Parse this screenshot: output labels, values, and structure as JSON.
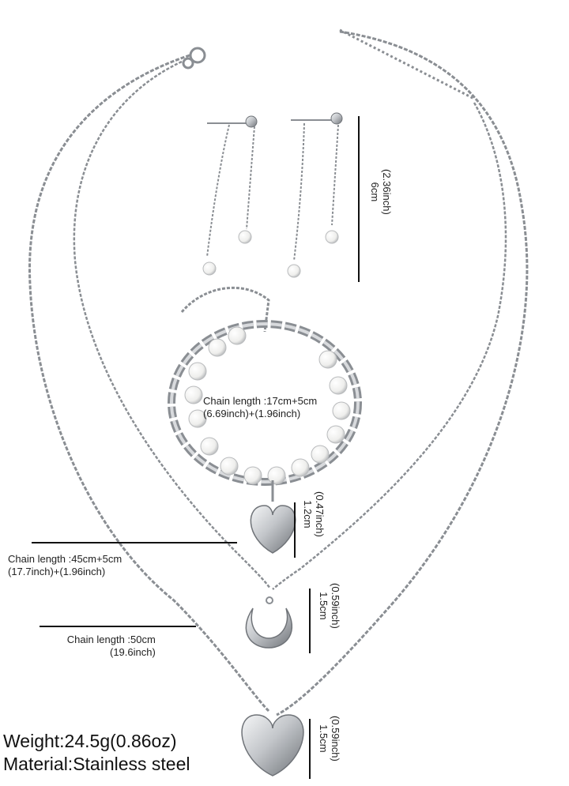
{
  "colors": {
    "metal": "#8a8e93",
    "metal_light": "#d8dadd",
    "pearl": "#f4f4f2",
    "text": "#222222",
    "line": "#111111"
  },
  "earrings": {
    "length_cm": "6cm",
    "length_inch": "(2.36inch)"
  },
  "bracelet": {
    "chain_length_cm": "Chain length :17cm+5cm",
    "chain_length_inch": "(6.69inch)+(1.96inch)",
    "pendant_cm": "1.2cm",
    "pendant_inch": "(0.47inch)"
  },
  "necklace_short": {
    "chain_length_cm": "Chain length :45cm+5cm",
    "chain_length_inch": "(17.7inch)+(1.96inch)",
    "pendant_cm": "1.5cm",
    "pendant_inch": "(0.59inch)"
  },
  "necklace_long": {
    "chain_length_cm": "Chain length :50cm",
    "chain_length_inch": "(19.6inch)",
    "pendant_cm": "1.5cm",
    "pendant_inch": "(0.59inch)"
  },
  "specs": {
    "weight": "Weight:24.5g(0.86oz)",
    "material": "Material:Stainless steel"
  }
}
